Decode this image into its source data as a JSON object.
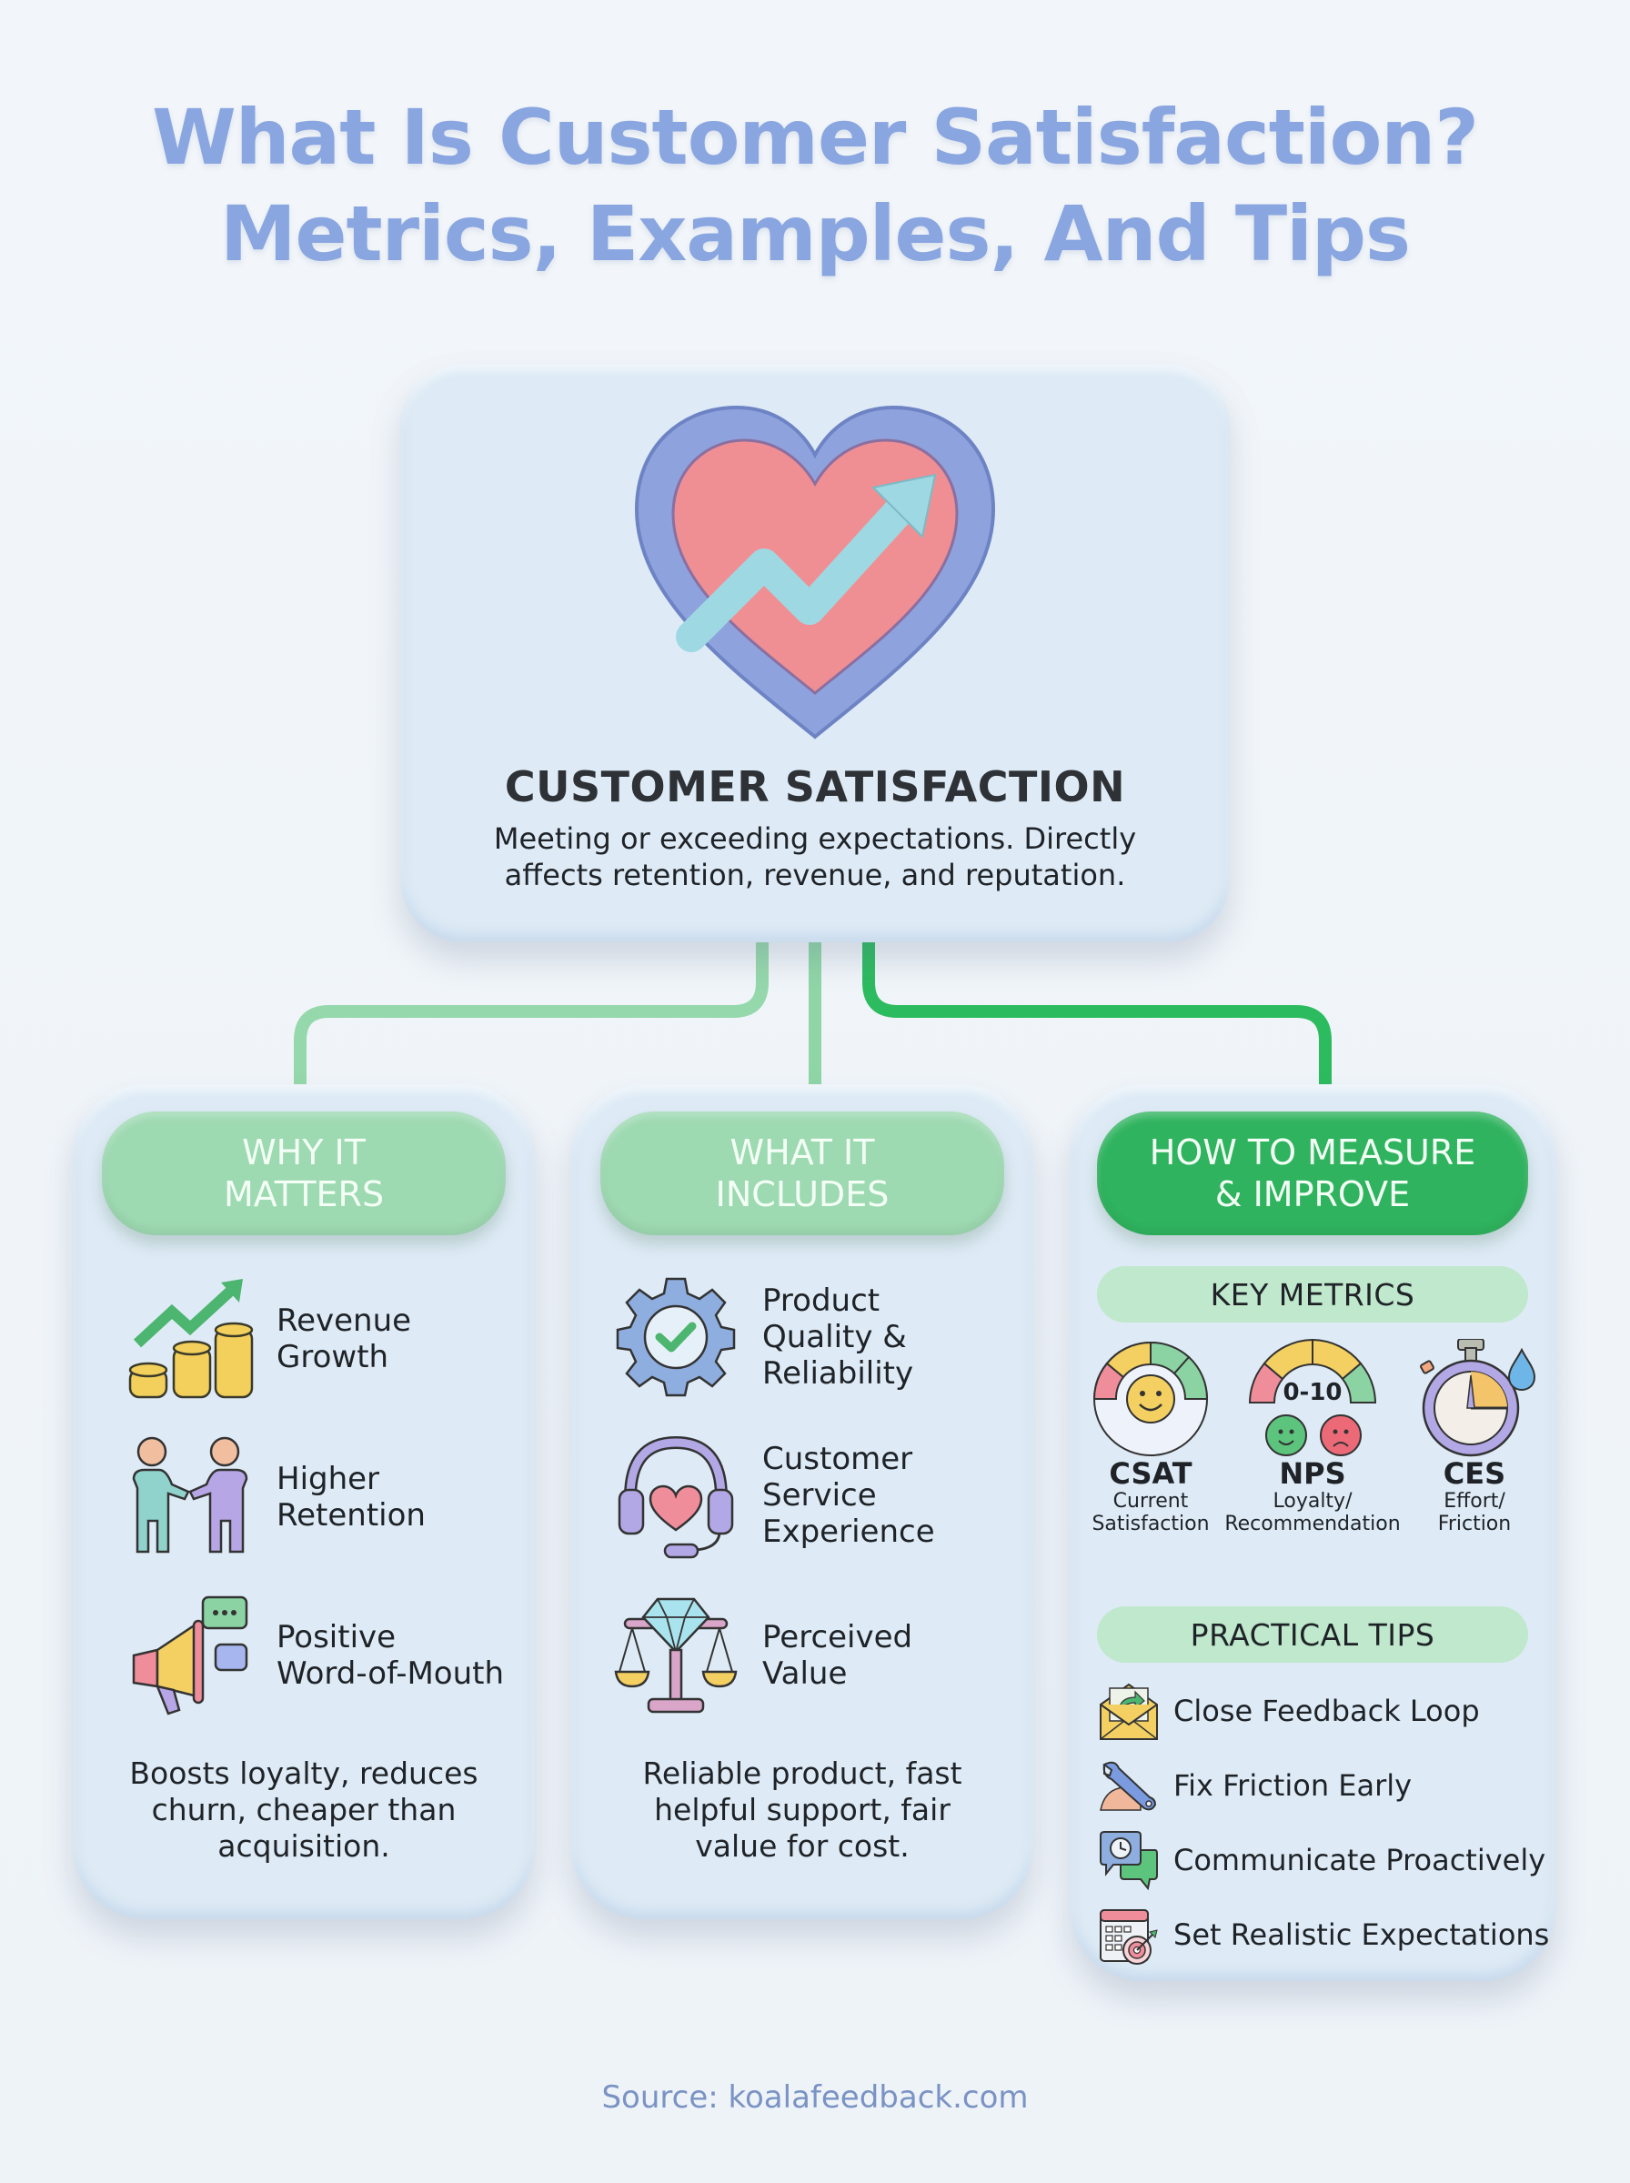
{
  "title": {
    "line1": "What Is Customer Satisfaction?",
    "line2": "Metrics, Examples, And Tips",
    "color": "#8aa6e0"
  },
  "center": {
    "icon": "heart-with-trend-arrow-icon",
    "heading": "CUSTOMER SATISFACTION",
    "description_line1": "Meeting or exceeding expectations. Directly",
    "description_line2": "affects retention, revenue, and reputation."
  },
  "columns": [
    {
      "header_line1": "WHY IT",
      "header_line2": "MATTERS",
      "header_color": "#9dd9b1",
      "items": [
        {
          "icon": "coins-growth-chart-icon",
          "line1": "Revenue",
          "line2": "Growth"
        },
        {
          "icon": "handshake-people-icon",
          "line1": "Higher",
          "line2": "Retention"
        },
        {
          "icon": "megaphone-chat-icon",
          "line1": "Positive",
          "line2": "Word-of-Mouth"
        }
      ],
      "summary_line1": "Boosts loyalty, reduces",
      "summary_line2": "churn, cheaper than",
      "summary_line3": "acquisition."
    },
    {
      "header_line1": "WHAT IT",
      "header_line2": "INCLUDES",
      "header_color": "#9dd9b1",
      "items": [
        {
          "icon": "gear-check-icon",
          "line1": "Product",
          "line2": "Quality &",
          "line3": "Reliability"
        },
        {
          "icon": "headset-heart-icon",
          "line1": "Customer",
          "line2": "Service",
          "line3": "Experience"
        },
        {
          "icon": "scale-diamond-icon",
          "line1": "Perceived",
          "line2": "Value"
        }
      ],
      "summary_line1": "Reliable product, fast",
      "summary_line2": "helpful support, fair",
      "summary_line3": "value for cost."
    },
    {
      "header_line1": "HOW TO MEASURE",
      "header_line2": "& IMPROVE",
      "header_color": "#2fb35e",
      "key_metrics_label": "KEY METRICS",
      "metrics": [
        {
          "icon": "smiley-gauge-icon",
          "name": "CSAT",
          "desc_line1": "Current",
          "desc_line2": "Satisfaction"
        },
        {
          "icon": "nps-gauge-icon",
          "name": "NPS",
          "gauge_text": "0-10",
          "desc_line1": "Loyalty/",
          "desc_line2": "Recommendation"
        },
        {
          "icon": "stopwatch-sweat-icon",
          "name": "CES",
          "desc_line1": "Effort/",
          "desc_line2": "Friction"
        }
      ],
      "practical_tips_label": "PRACTICAL TIPS",
      "tips": [
        {
          "icon": "envelope-reply-icon",
          "label": "Close Feedback Loop"
        },
        {
          "icon": "wrench-icon",
          "label": "Fix Friction Early"
        },
        {
          "icon": "chat-clock-icon",
          "label": "Communicate Proactively"
        },
        {
          "icon": "calendar-target-icon",
          "label": "Set Realistic Expectations"
        }
      ]
    }
  ],
  "connector_colors": {
    "light": "#95d8ab",
    "mid": "#8fd6a6",
    "dark": "#2dbb5f"
  },
  "source": "Source: koalafeedback.com"
}
